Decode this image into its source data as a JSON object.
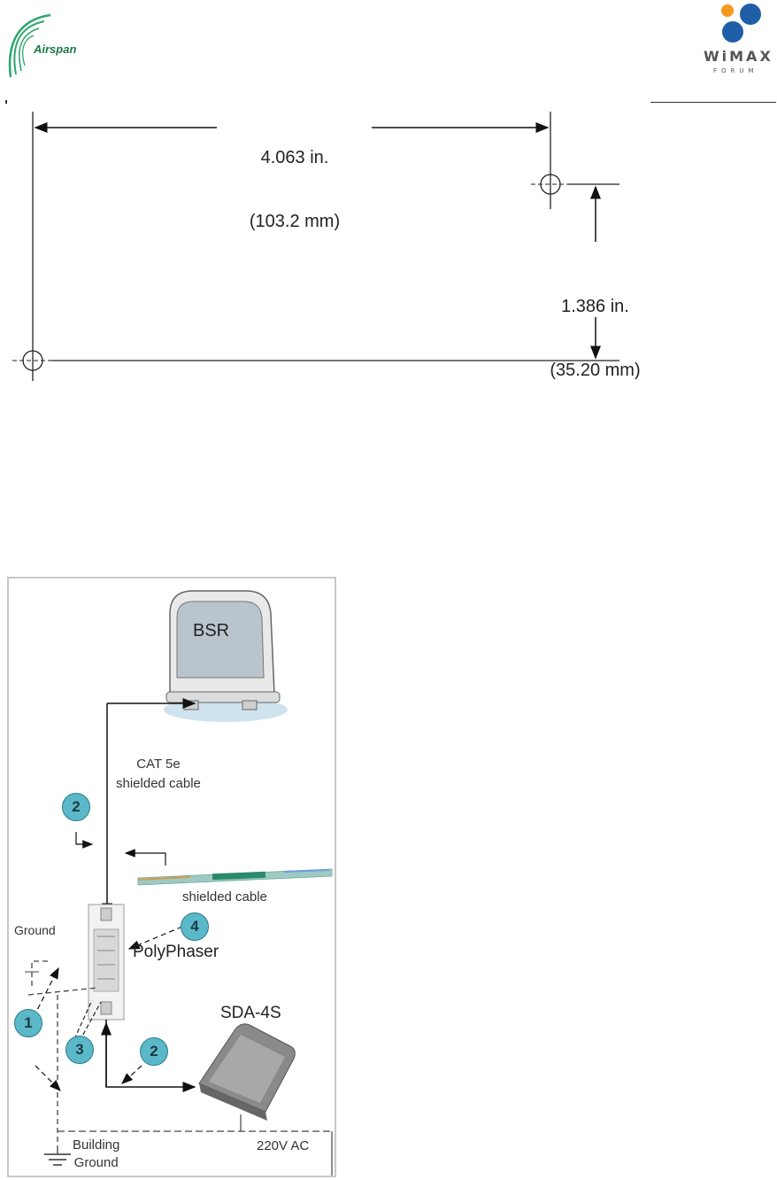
{
  "header": {
    "left_logo_text": "Airspan",
    "right_logo_text": "WiMAX",
    "right_logo_subtext": "FORUM"
  },
  "drawing": {
    "width_label_in": "4.063 in.",
    "width_label_mm": "(103.2 mm)",
    "height_label_in": "1.386 in.",
    "height_label_mm": "(35.20 mm)"
  },
  "diagram": {
    "bsr": "BSR",
    "cat5_line1": "CAT 5e",
    "cat5_line2": "shielded cable",
    "shielded_cable": "shielded cable",
    "ground": "Ground",
    "polyphaser": "PolyPhaser",
    "sda": "SDA-4S",
    "building_ground_1": "Building",
    "building_ground_2": "Ground",
    "ac": "220V AC",
    "callouts": [
      "1",
      "2",
      "2",
      "3",
      "4"
    ]
  },
  "colors": {
    "callout_fill": "#5bb8c9",
    "logo_green": "#1a7a4a",
    "wimax_blue": "#1f5fa8",
    "wimax_orange": "#f39a1e"
  }
}
